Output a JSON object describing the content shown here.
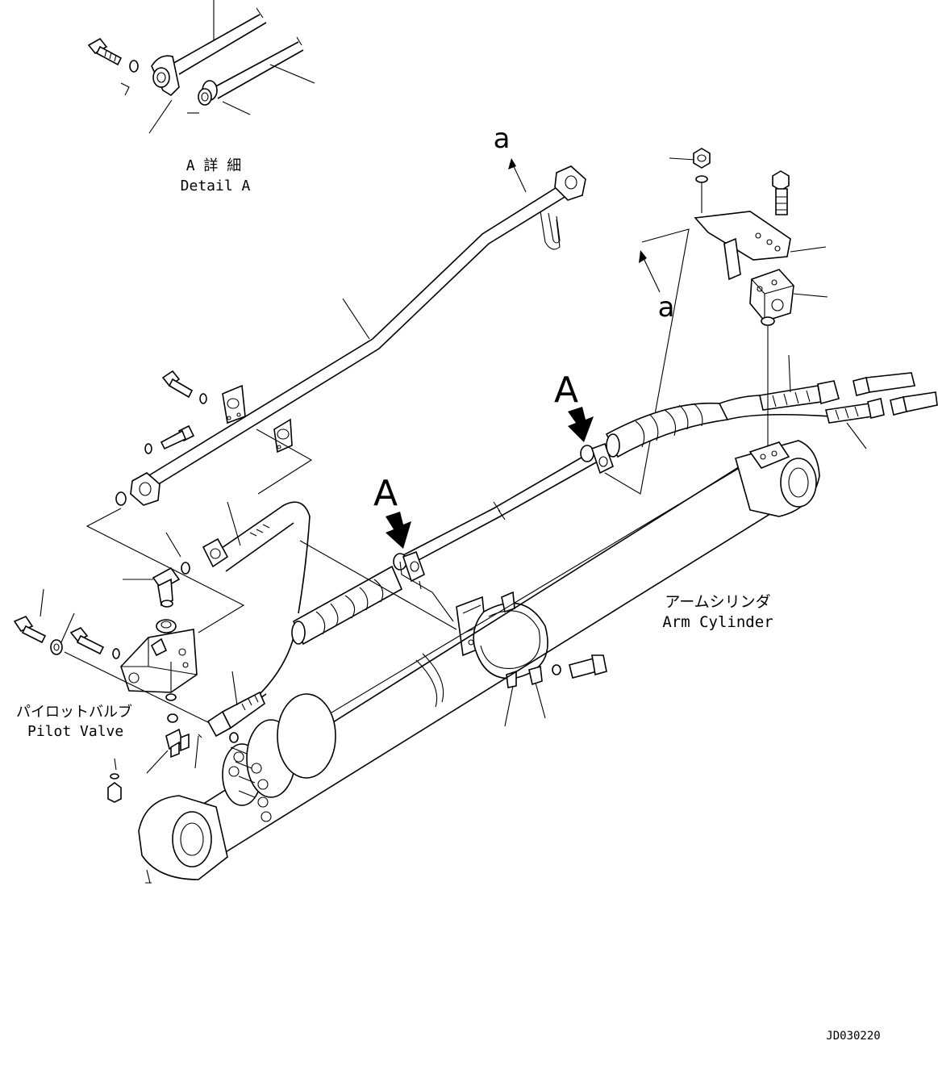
{
  "detail": {
    "callout_letter": "A",
    "title_jp": "A 詳 細",
    "title_en": "Detail A"
  },
  "labels": {
    "pilot_valve_jp": "パイロットバルブ",
    "pilot_valve_en": "Pilot Valve",
    "arm_cylinder_jp": "アームシリンダ",
    "arm_cylinder_en": "Arm Cylinder",
    "ref_a_1": "a",
    "ref_a_2": "a",
    "ref_A_1": "A",
    "ref_A_2": "A"
  },
  "drawing_id": "JD030220"
}
